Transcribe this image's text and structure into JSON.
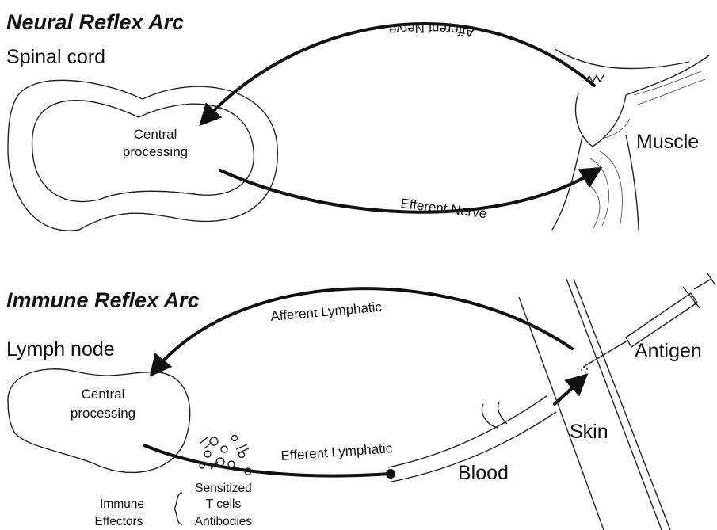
{
  "neural": {
    "title": "Neural Reflex Arc",
    "organ_label": "Spinal cord",
    "center_line1": "Central",
    "center_line2": "processing",
    "afferent_label": "Afferent Nerve",
    "efferent_label": "Efferent Nerve",
    "target_label": "Muscle"
  },
  "immune": {
    "title": "Immune Reflex Arc",
    "organ_label": "Lymph node",
    "center_line1": "Central",
    "center_line2": "processing",
    "afferent_label": "Afferent Lymphatic",
    "efferent_label": "Efferent Lymphatic",
    "blood_label": "Blood",
    "skin_label": "Skin",
    "antigen_label": "Antigen",
    "effectors_line1": "Immune",
    "effectors_line2": "Effectors",
    "effector_items": [
      "Sensitized",
      "T cells",
      "Antibodies"
    ]
  }
}
